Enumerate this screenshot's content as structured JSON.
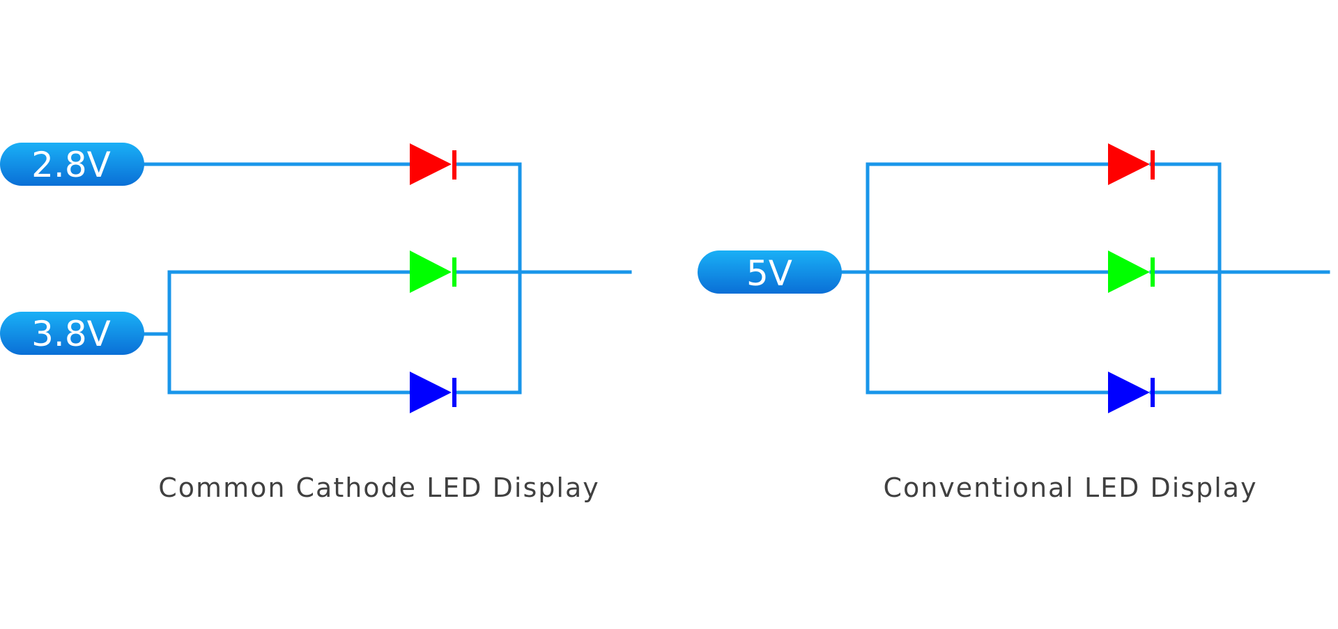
{
  "colors": {
    "wire": "#1996ea",
    "pill_top": "#14a8f2",
    "pill_bottom": "#0a70d8",
    "led_red": "#ff0000",
    "led_green": "#00ff00",
    "led_blue": "#0000ff",
    "caption": "#404040"
  },
  "left_circuit": {
    "inputs": [
      {
        "label": "2.8V"
      },
      {
        "label": "3.8V"
      }
    ],
    "leds": [
      {
        "color": "red",
        "icon": "red-led-diode-icon"
      },
      {
        "color": "green",
        "icon": "green-led-diode-icon"
      },
      {
        "color": "blue",
        "icon": "blue-led-diode-icon"
      }
    ],
    "caption": "Common Cathode  LED Display"
  },
  "right_circuit": {
    "inputs": [
      {
        "label": "5V"
      }
    ],
    "leds": [
      {
        "color": "red",
        "icon": "red-led-diode-icon"
      },
      {
        "color": "green",
        "icon": "green-led-diode-icon"
      },
      {
        "color": "blue",
        "icon": "blue-led-diode-icon"
      }
    ],
    "caption": "Conventional LED Display"
  }
}
